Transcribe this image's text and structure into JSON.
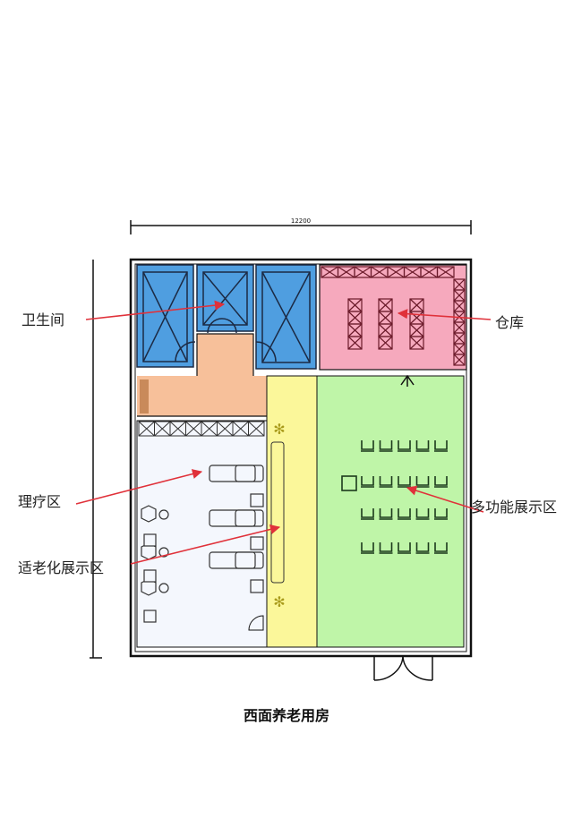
{
  "plan": {
    "title": "西面养老用房",
    "dimension_width": "12200",
    "labels": {
      "restroom": "卫生间",
      "storage": "仓库",
      "therapy": "理疗区",
      "aging_display": "适老化展示区",
      "multi_display": "多功能展示区"
    },
    "colors": {
      "restroom": "#4f9ee0",
      "storage": "#f6a9bd",
      "corridor": "#f7c09a",
      "aging_display": "#fbf79a",
      "multi_display": "#bff5a8",
      "therapy": "#f4f7fd",
      "arrow": "#e0313a"
    }
  }
}
